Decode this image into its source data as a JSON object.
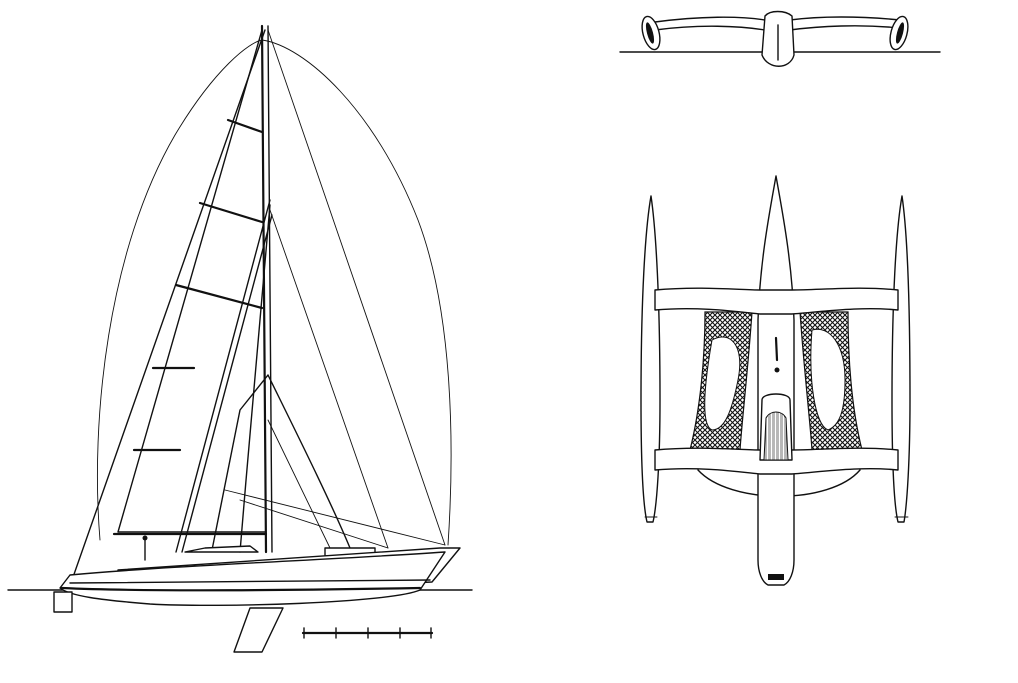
{
  "drawing": {
    "ink_color": "#111111",
    "paper_color": "#ffffff",
    "views": [
      "side-elevation",
      "front-elevation",
      "plan-view"
    ],
    "scale_bar_divisions": 4
  }
}
